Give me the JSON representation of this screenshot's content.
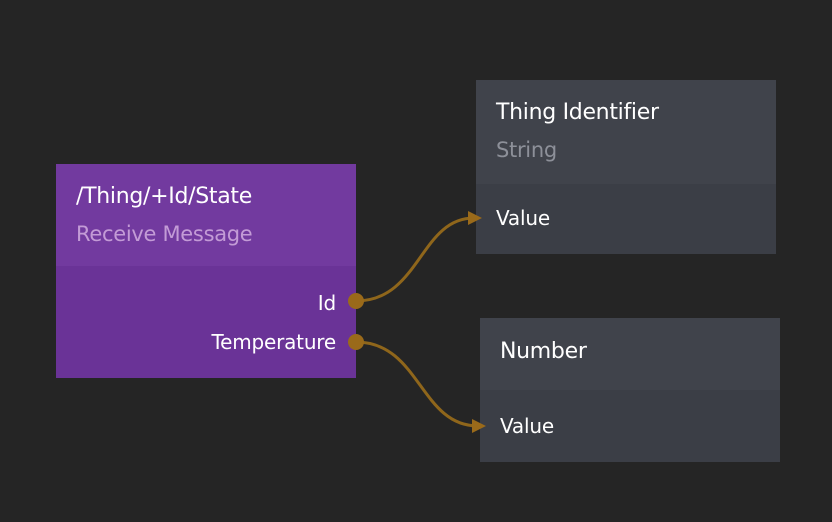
{
  "colors": {
    "background": "#252525",
    "wire": "#8f661b",
    "port": "#9a6a1a",
    "purple_node": "#6d359c",
    "gray_node": "#3d4048"
  },
  "nodes": {
    "receive": {
      "title": "/Thing/+Id/State",
      "subtitle": "Receive Message",
      "outputs": [
        "Id",
        "Temperature"
      ]
    },
    "thing_identifier": {
      "title": "Thing Identifier",
      "subtitle": "String",
      "input": "Value"
    },
    "number": {
      "title": "Number",
      "input": "Value"
    }
  }
}
